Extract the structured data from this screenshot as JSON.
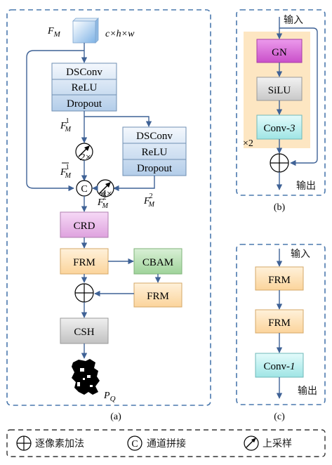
{
  "panel_a": {
    "input_label": "F",
    "input_sub": "M",
    "input_dims": "c×h×w",
    "block1": [
      "DSConv",
      "ReLU",
      "Dropout"
    ],
    "block2": [
      "DSConv",
      "ReLU",
      "Dropout"
    ],
    "f1_label": "F",
    "f1_sub": "M",
    "f1_sup": "1",
    "f1bar_label": "F",
    "f1bar_sub": "M",
    "f1bar_sup": "1",
    "f2_label": "F",
    "f2_sub": "M",
    "f2_sup": "2",
    "f2bar_label": "F",
    "f2bar_sub": "M",
    "f2bar_sup": "2",
    "up2": "2×",
    "up4": "4×",
    "concat_symbol": "C",
    "crd": "CRD",
    "frm1": "FRM",
    "cbam": "CBAM",
    "frm2": "FRM",
    "csh": "CSH",
    "output_label": "P",
    "output_sub": "Q",
    "caption": "(a)"
  },
  "panel_b": {
    "input": "输入",
    "gn": "GN",
    "silu": "SiLU",
    "conv": "Conv-",
    "conv_k": "3",
    "repeat": "×2",
    "output": "输出",
    "caption": "(b)"
  },
  "panel_c": {
    "input": "输入",
    "frm1": "FRM",
    "frm2": "FRM",
    "conv": "Conv-",
    "conv_k": "1",
    "output": "输出",
    "caption": "(c)"
  },
  "legend": {
    "add": "逐像素加法",
    "concat_symbol": "C",
    "concat": "通道拼接",
    "upsample": "上采样"
  },
  "colors": {
    "dashed_border": "#4a78ad",
    "arrow": "#3f6296",
    "conv_block_top": "#eef4fb",
    "conv_block_bottom": "#b7d1ec",
    "crd": "#e6b3e6",
    "frm": "#fde0b4",
    "cbam": "#b8dfb5",
    "csh": "#d6d6d6",
    "gn": "#d867d8",
    "silu": "#d9d9d9",
    "conv": "#bff0f0",
    "repeat_bg": "#fde6c2"
  }
}
